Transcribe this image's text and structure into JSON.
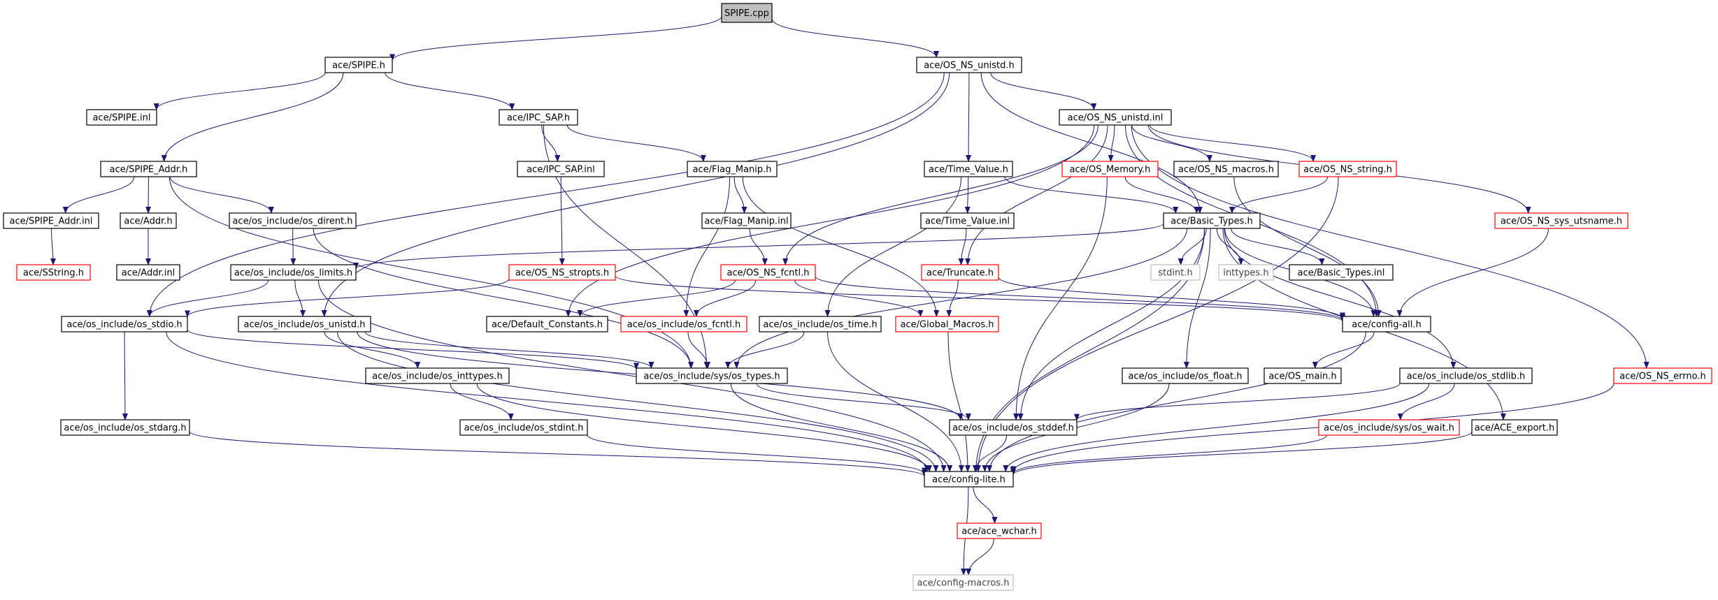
{
  "colors": {
    "edge": "#191970",
    "box_normal": "#000000",
    "box_truncated": "#ff0000",
    "box_missing": "#bfbfbf",
    "root_fill": "#bfbfbf"
  },
  "nodes": {
    "spipe_cpp": {
      "label": "SPIPE.cpp",
      "kind": "root"
    },
    "ace_spipe_h": {
      "label": "ace/SPIPE.h",
      "kind": "normal"
    },
    "ace_os_ns_unistd_h": {
      "label": "ace/OS_NS_unistd.h",
      "kind": "normal"
    },
    "ace_spipe_inl": {
      "label": "ace/SPIPE.inl",
      "kind": "normal"
    },
    "ace_ipc_sap_h": {
      "label": "ace/IPC_SAP.h",
      "kind": "normal"
    },
    "ace_os_ns_unistd_inl": {
      "label": "ace/OS_NS_unistd.inl",
      "kind": "normal"
    },
    "ace_spipe_addr_h": {
      "label": "ace/SPIPE_Addr.h",
      "kind": "normal"
    },
    "ace_ipc_sap_inl": {
      "label": "ace/IPC_SAP.inl",
      "kind": "normal"
    },
    "ace_flag_manip_h": {
      "label": "ace/Flag_Manip.h",
      "kind": "normal"
    },
    "ace_time_value_h": {
      "label": "ace/Time_Value.h",
      "kind": "normal"
    },
    "ace_os_memory_h": {
      "label": "ace/OS_Memory.h",
      "kind": "truncated"
    },
    "ace_os_ns_macros_h": {
      "label": "ace/OS_NS_macros.h",
      "kind": "normal"
    },
    "ace_os_ns_string_h": {
      "label": "ace/OS_NS_string.h",
      "kind": "truncated"
    },
    "ace_spipe_addr_inl": {
      "label": "ace/SPIPE_Addr.inl",
      "kind": "normal"
    },
    "ace_addr_h": {
      "label": "ace/Addr.h",
      "kind": "normal"
    },
    "os_dirent_h": {
      "label": "ace/os_include/os_dirent.h",
      "kind": "normal"
    },
    "ace_flag_manip_inl": {
      "label": "ace/Flag_Manip.inl",
      "kind": "normal"
    },
    "ace_time_value_inl": {
      "label": "ace/Time_Value.inl",
      "kind": "normal"
    },
    "ace_basic_types_h": {
      "label": "ace/Basic_Types.h",
      "kind": "normal"
    },
    "ace_os_ns_sys_utsname_h": {
      "label": "ace/OS_NS_sys_utsname.h",
      "kind": "truncated"
    },
    "ace_sstring_h": {
      "label": "ace/SString.h",
      "kind": "truncated"
    },
    "ace_addr_inl": {
      "label": "ace/Addr.inl",
      "kind": "normal"
    },
    "os_limits_h": {
      "label": "ace/os_include/os_limits.h",
      "kind": "normal"
    },
    "ace_os_ns_stropts_h": {
      "label": "ace/OS_NS_stropts.h",
      "kind": "truncated"
    },
    "ace_os_ns_fcntl_h": {
      "label": "ace/OS_NS_fcntl.h",
      "kind": "truncated"
    },
    "ace_truncate_h": {
      "label": "ace/Truncate.h",
      "kind": "truncated"
    },
    "stdint_h": {
      "label": "stdint.h",
      "kind": "missing"
    },
    "inttypes_h": {
      "label": "inttypes.h",
      "kind": "missing"
    },
    "ace_basic_types_inl": {
      "label": "ace/Basic_Types.inl",
      "kind": "normal"
    },
    "os_stdio_h": {
      "label": "ace/os_include/os_stdio.h",
      "kind": "normal"
    },
    "os_unistd_h": {
      "label": "ace/os_include/os_unistd.h",
      "kind": "normal"
    },
    "ace_default_constants_h": {
      "label": "ace/Default_Constants.h",
      "kind": "normal"
    },
    "os_fcntl_h": {
      "label": "ace/os_include/os_fcntl.h",
      "kind": "truncated"
    },
    "os_time_h": {
      "label": "ace/os_include/os_time.h",
      "kind": "normal"
    },
    "ace_global_macros_h": {
      "label": "ace/Global_Macros.h",
      "kind": "truncated"
    },
    "ace_config_all_h": {
      "label": "ace/config-all.h",
      "kind": "normal"
    },
    "os_inttypes_h": {
      "label": "ace/os_include/os_inttypes.h",
      "kind": "normal"
    },
    "sys_os_types_h": {
      "label": "ace/os_include/sys/os_types.h",
      "kind": "normal"
    },
    "os_float_h": {
      "label": "ace/os_include/os_float.h",
      "kind": "normal"
    },
    "ace_os_main_h": {
      "label": "ace/OS_main.h",
      "kind": "normal"
    },
    "os_stdlib_h": {
      "label": "ace/os_include/os_stdlib.h",
      "kind": "normal"
    },
    "ace_os_ns_errno_h": {
      "label": "ace/OS_NS_errno.h",
      "kind": "truncated"
    },
    "os_stdarg_h": {
      "label": "ace/os_include/os_stdarg.h",
      "kind": "normal"
    },
    "os_stdint_h": {
      "label": "ace/os_include/os_stdint.h",
      "kind": "normal"
    },
    "os_stddef_h": {
      "label": "ace/os_include/os_stddef.h",
      "kind": "normal"
    },
    "sys_os_wait_h": {
      "label": "ace/os_include/sys/os_wait.h",
      "kind": "truncated"
    },
    "ace_ace_export_h": {
      "label": "ace/ACE_export.h",
      "kind": "normal"
    },
    "ace_config_lite_h": {
      "label": "ace/config-lite.h",
      "kind": "normal"
    },
    "ace_ace_wchar_h": {
      "label": "ace/ace_wchar.h",
      "kind": "truncated"
    },
    "ace_config_macros_h": {
      "label": "ace/config-macros.h",
      "kind": "missing"
    }
  },
  "edges": [
    [
      "spipe_cpp",
      "ace_spipe_h"
    ],
    [
      "spipe_cpp",
      "ace_os_ns_unistd_h"
    ],
    [
      "ace_spipe_h",
      "ace_spipe_inl"
    ],
    [
      "ace_spipe_h",
      "ace_ipc_sap_h"
    ],
    [
      "ace_spipe_h",
      "ace_spipe_addr_h"
    ],
    [
      "ace_os_ns_unistd_h",
      "ace_os_ns_unistd_inl"
    ],
    [
      "ace_os_ns_unistd_h",
      "ace_time_value_h"
    ],
    [
      "ace_os_ns_unistd_h",
      "ace_basic_types_h"
    ],
    [
      "ace_os_ns_unistd_h",
      "os_stdio_h"
    ],
    [
      "ace_os_ns_unistd_h",
      "os_unistd_h"
    ],
    [
      "ace_ipc_sap_h",
      "ace_ipc_sap_inl"
    ],
    [
      "ace_ipc_sap_h",
      "ace_flag_manip_h"
    ],
    [
      "ace_ipc_sap_h",
      "sys_os_types_h"
    ],
    [
      "ace_os_ns_unistd_inl",
      "ace_os_memory_h"
    ],
    [
      "ace_os_ns_unistd_inl",
      "ace_os_ns_macros_h"
    ],
    [
      "ace_os_ns_unistd_inl",
      "ace_os_ns_string_h"
    ],
    [
      "ace_os_ns_unistd_inl",
      "ace_os_ns_sys_utsname_h"
    ],
    [
      "ace_os_ns_unistd_inl",
      "ace_os_ns_fcntl_h"
    ],
    [
      "ace_os_ns_unistd_inl",
      "ace_truncate_h"
    ],
    [
      "ace_os_ns_unistd_inl",
      "ace_default_constants_h"
    ],
    [
      "ace_os_ns_unistd_inl",
      "ace_config_all_h"
    ],
    [
      "ace_os_ns_unistd_inl",
      "ace_os_ns_errno_h"
    ],
    [
      "ace_spipe_addr_h",
      "ace_spipe_addr_inl"
    ],
    [
      "ace_spipe_addr_h",
      "ace_addr_h"
    ],
    [
      "ace_spipe_addr_h",
      "os_dirent_h"
    ],
    [
      "ace_spipe_addr_h",
      "sys_os_types_h"
    ],
    [
      "ace_ipc_sap_inl",
      "ace_os_ns_stropts_h"
    ],
    [
      "ace_flag_manip_h",
      "ace_flag_manip_inl"
    ],
    [
      "ace_flag_manip_h",
      "os_fcntl_h"
    ],
    [
      "ace_flag_manip_h",
      "ace_global_macros_h"
    ],
    [
      "ace_time_value_h",
      "ace_time_value_inl"
    ],
    [
      "ace_time_value_h",
      "ace_basic_types_h"
    ],
    [
      "ace_time_value_h",
      "os_time_h"
    ],
    [
      "ace_os_memory_h",
      "ace_basic_types_h"
    ],
    [
      "ace_os_memory_h",
      "os_stddef_h"
    ],
    [
      "ace_os_ns_macros_h",
      "ace_config_all_h"
    ],
    [
      "ace_os_ns_string_h",
      "ace_basic_types_h"
    ],
    [
      "ace_os_ns_string_h",
      "ace_config_lite_h"
    ],
    [
      "ace_spipe_addr_inl",
      "ace_sstring_h"
    ],
    [
      "ace_addr_h",
      "ace_addr_inl"
    ],
    [
      "os_dirent_h",
      "os_limits_h"
    ],
    [
      "os_dirent_h",
      "sys_os_types_h"
    ],
    [
      "ace_flag_manip_inl",
      "ace_os_ns_fcntl_h"
    ],
    [
      "ace_time_value_inl",
      "ace_truncate_h"
    ],
    [
      "ace_basic_types_h",
      "stdint_h"
    ],
    [
      "ace_basic_types_h",
      "inttypes_h"
    ],
    [
      "ace_basic_types_h",
      "ace_basic_types_inl"
    ],
    [
      "ace_basic_types_h",
      "os_limits_h"
    ],
    [
      "ace_basic_types_h",
      "ace_config_all_h"
    ],
    [
      "ace_basic_types_h",
      "sys_os_types_h"
    ],
    [
      "ace_basic_types_h",
      "os_stddef_h"
    ],
    [
      "ace_basic_types_h",
      "os_float_h"
    ],
    [
      "ace_basic_types_h",
      "os_stdlib_h"
    ],
    [
      "ace_basic_types_h",
      "ace_ace_export_h"
    ],
    [
      "ace_basic_types_h",
      "ace_config_lite_h"
    ],
    [
      "ace_os_ns_sys_utsname_h",
      "ace_config_all_h"
    ],
    [
      "os_limits_h",
      "os_stdio_h"
    ],
    [
      "os_limits_h",
      "os_unistd_h"
    ],
    [
      "os_limits_h",
      "ace_config_lite_h"
    ],
    [
      "ace_os_ns_stropts_h",
      "os_stdio_h"
    ],
    [
      "ace_os_ns_stropts_h",
      "ace_config_all_h"
    ],
    [
      "ace_os_ns_fcntl_h",
      "ace_default_constants_h"
    ],
    [
      "ace_os_ns_fcntl_h",
      "os_fcntl_h"
    ],
    [
      "ace_os_ns_fcntl_h",
      "ace_global_macros_h"
    ],
    [
      "ace_os_ns_fcntl_h",
      "ace_config_all_h"
    ],
    [
      "ace_truncate_h",
      "ace_global_macros_h"
    ],
    [
      "ace_truncate_h",
      "ace_config_all_h"
    ],
    [
      "os_stdio_h",
      "os_stdarg_h"
    ],
    [
      "os_stdio_h",
      "sys_os_types_h"
    ],
    [
      "os_stdio_h",
      "ace_config_lite_h"
    ],
    [
      "os_unistd_h",
      "os_inttypes_h"
    ],
    [
      "os_unistd_h",
      "sys_os_types_h"
    ],
    [
      "os_unistd_h",
      "os_stddef_h"
    ],
    [
      "os_unistd_h",
      "ace_config_lite_h"
    ],
    [
      "os_fcntl_h",
      "sys_os_types_h"
    ],
    [
      "os_time_h",
      "sys_os_types_h"
    ],
    [
      "os_time_h",
      "ace_config_lite_h"
    ],
    [
      "ace_global_macros_h",
      "ace_config_lite_h"
    ],
    [
      "ace_config_all_h",
      "ace_os_main_h"
    ],
    [
      "ace_config_all_h",
      "ace_config_lite_h"
    ],
    [
      "os_inttypes_h",
      "os_stdint_h"
    ],
    [
      "os_inttypes_h",
      "ace_config_lite_h"
    ],
    [
      "sys_os_types_h",
      "os_stddef_h"
    ],
    [
      "sys_os_types_h",
      "ace_config_lite_h"
    ],
    [
      "os_float_h",
      "ace_config_lite_h"
    ],
    [
      "os_stdlib_h",
      "os_stddef_h"
    ],
    [
      "os_stdlib_h",
      "sys_os_wait_h"
    ],
    [
      "os_stdlib_h",
      "ace_config_lite_h"
    ],
    [
      "ace_os_ns_errno_h",
      "ace_config_lite_h"
    ],
    [
      "os_stdarg_h",
      "ace_config_lite_h"
    ],
    [
      "os_stdint_h",
      "ace_config_lite_h"
    ],
    [
      "os_stddef_h",
      "ace_config_lite_h"
    ],
    [
      "sys_os_wait_h",
      "ace_config_lite_h"
    ],
    [
      "ace_ace_export_h",
      "ace_config_lite_h"
    ],
    [
      "ace_config_lite_h",
      "ace_ace_wchar_h"
    ],
    [
      "ace_config_lite_h",
      "ace_config_macros_h"
    ],
    [
      "ace_ace_wchar_h",
      "ace_config_macros_h"
    ]
  ]
}
